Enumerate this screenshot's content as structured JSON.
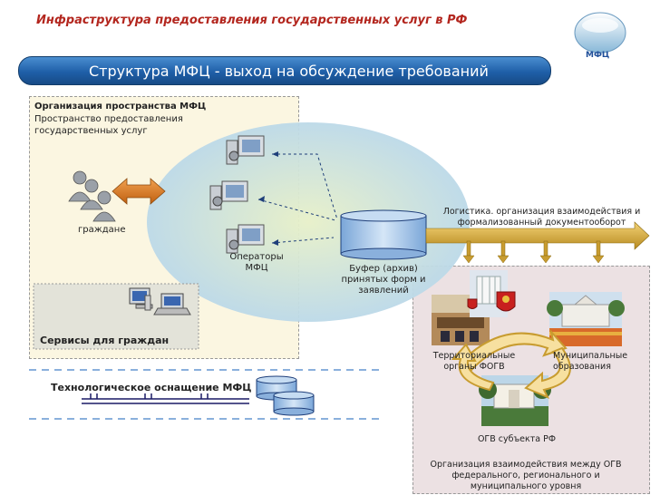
{
  "header": {
    "title": "Инфраструктура предоставления государственных услуг в РФ",
    "logo_text": "МФЦ",
    "banner": "Структура МФЦ - выход на обсуждение требований"
  },
  "space": {
    "title": "Организация пространства МФЦ",
    "subtitle_line1": "Пространство предоставления",
    "subtitle_line2": "государственных услуг"
  },
  "citizens_label": "граждане",
  "operators_line1": "Операторы",
  "operators_line2": "МФЦ",
  "buffer_line1": "Буфер (архив)",
  "buffer_line2": "принятых форм и",
  "buffer_line3": "заявлений",
  "logistics_line1": "Логистика. организация взаимодействия и",
  "logistics_line2": "формализованный документооборот",
  "services_label": "Сервисы для граждан",
  "tech_label": "Технологическое оснащение МФЦ",
  "territorial_line1": "Территориальные",
  "territorial_line2": "органы  ФОГВ",
  "municipal_line1": "Муниципальные",
  "municipal_line2": "образования",
  "ogv_label": "ОГВ субъекта РФ",
  "interaction_line1": "Организация взаимодействия между ОГВ",
  "interaction_line2": "федерального, регионального и",
  "interaction_line3": "муниципального уровня",
  "colors": {
    "banner": "#1f5fa8",
    "title": "#b3261e",
    "arrow_gold": "#d8b040",
    "cylinder": "#a9c8ec"
  }
}
